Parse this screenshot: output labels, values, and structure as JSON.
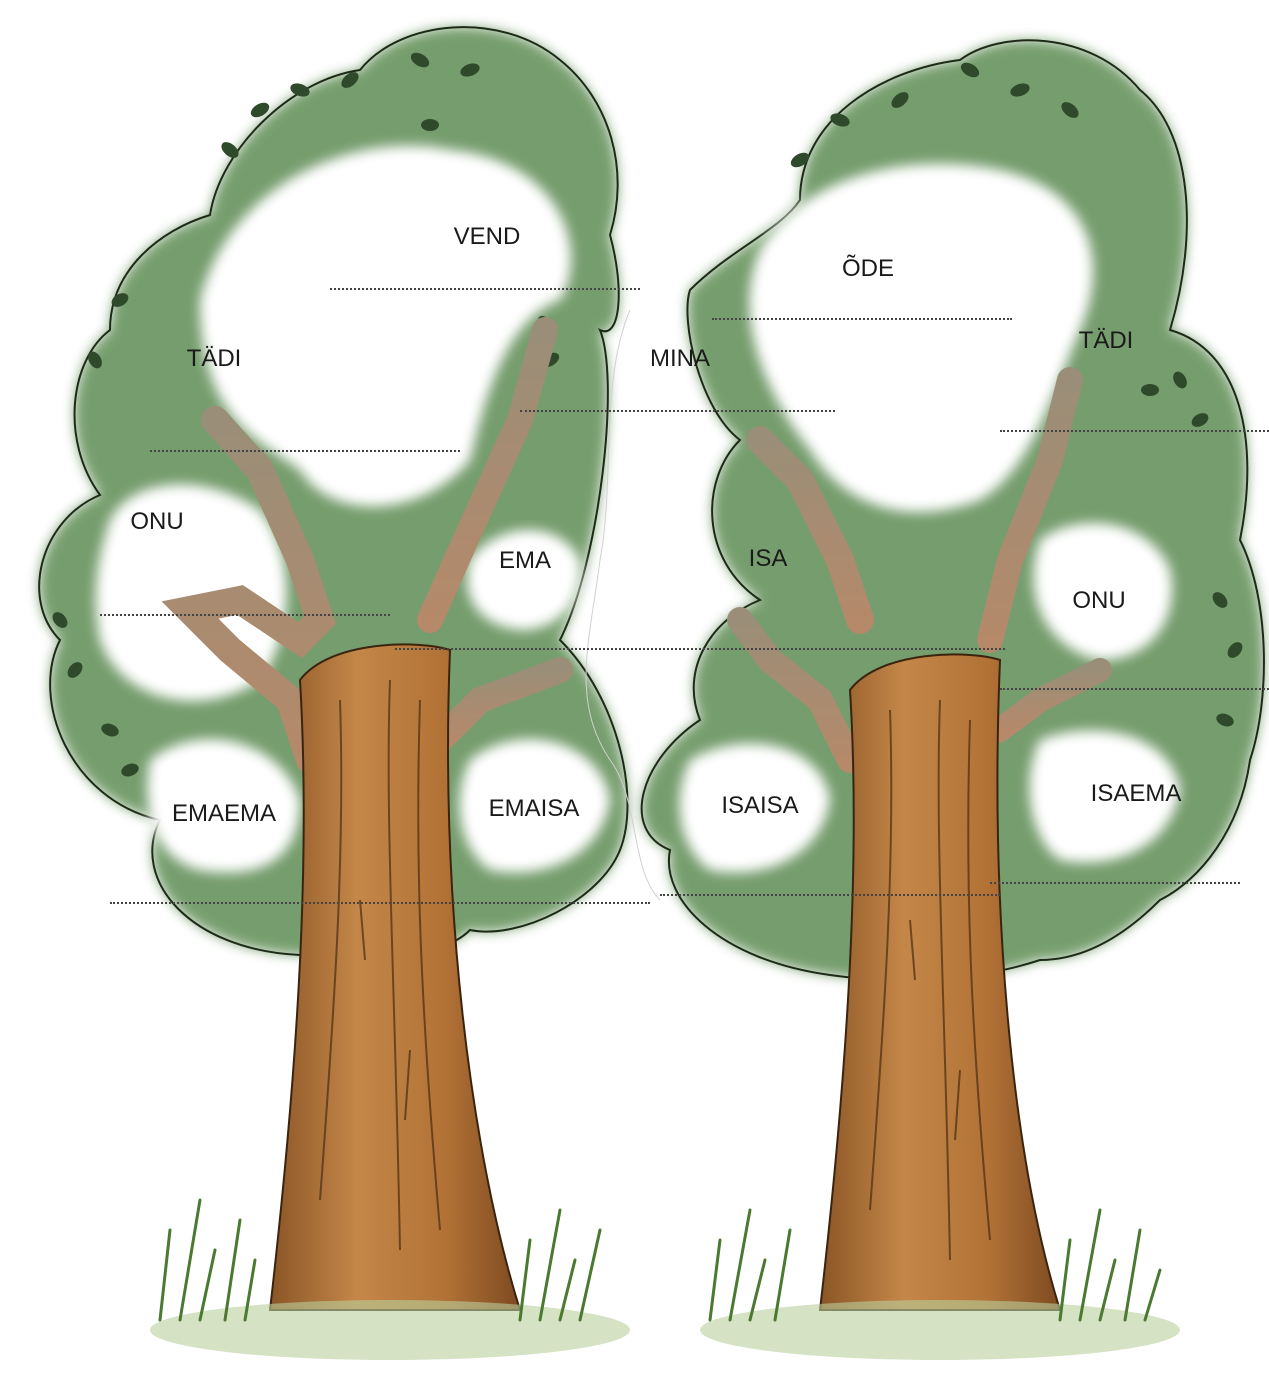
{
  "colors": {
    "foliage_dark": "#4f7a45",
    "foliage_mid": "#7ea56e",
    "foliage_light": "#c7dcbc",
    "trunk": "#b77a3e",
    "trunk_dark": "#8a5526",
    "grass": "#5d8a3e",
    "text": "#1a1a1a"
  },
  "labels": {
    "vend": "VEND",
    "ode": "ÕDE",
    "tadi_left": "TÄDI",
    "tadi_right": "TÄDI",
    "mina": "MINA",
    "onu_left": "ONU",
    "onu_right": "ONU",
    "ema": "EMA",
    "isa": "ISA",
    "emaema": "EMAEMA",
    "emaisa": "EMAISA",
    "isaisa": "ISAISA",
    "isaema": "ISAEMA"
  }
}
